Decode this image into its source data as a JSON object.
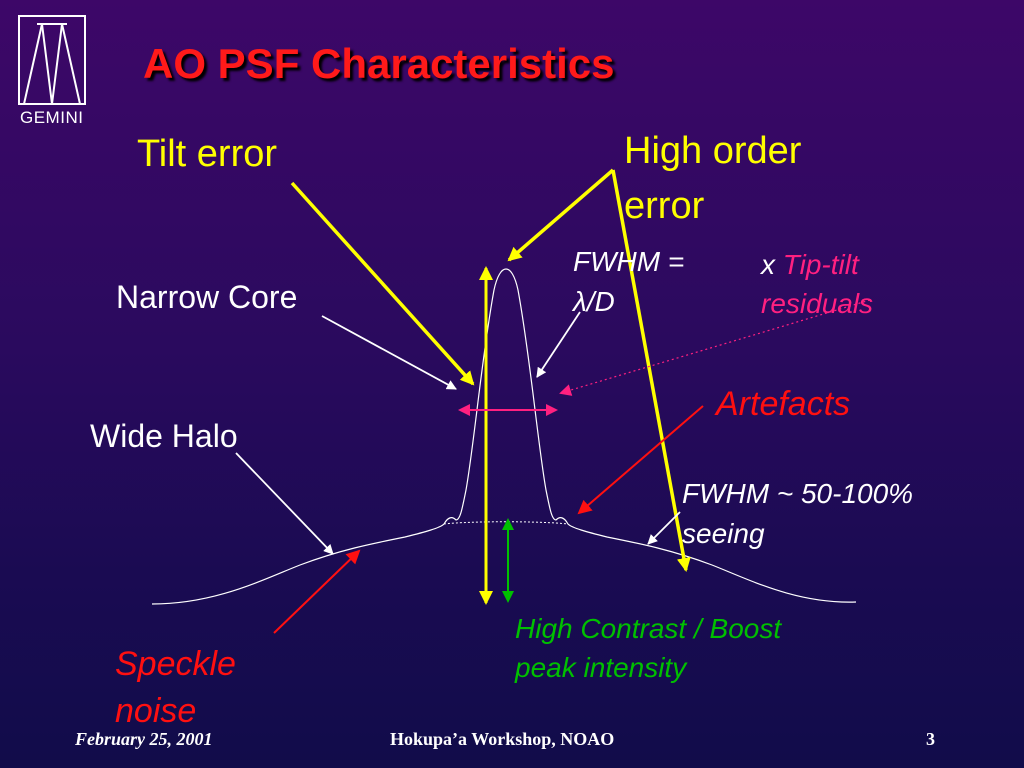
{
  "title": "AO PSF Characteristics",
  "logo": {
    "text": "GEMINI"
  },
  "labels": {
    "tilt_error": "Tilt error",
    "high_order_error_line1": "High order",
    "high_order_error_line2": "error",
    "fwhm_core_line1": "FWHM =",
    "fwhm_core_line2": "λ/D",
    "tiptilt_prefix": "x ",
    "tiptilt_line1": "Tip-tilt",
    "tiptilt_line2": "residuals",
    "narrow_core": "Narrow Core",
    "artefacts": "Artefacts",
    "wide_halo": "Wide Halo",
    "fwhm_halo_line1": "FWHM ~ 50-100%",
    "fwhm_halo_line2": "seeing",
    "high_contrast_line1": "High Contrast / Boost",
    "high_contrast_line2": "peak intensity",
    "speckle_line1": "Speckle",
    "speckle_line2": "noise"
  },
  "footer": {
    "date": "February 25, 2001",
    "event": "Hokupa’a Workshop, NOAO",
    "page": "3"
  },
  "colors": {
    "title": "#ff1a1a",
    "yellow": "#ffff00",
    "white": "#ffffff",
    "pink": "#ff2080",
    "red": "#ff1010",
    "green": "#00c000"
  }
}
